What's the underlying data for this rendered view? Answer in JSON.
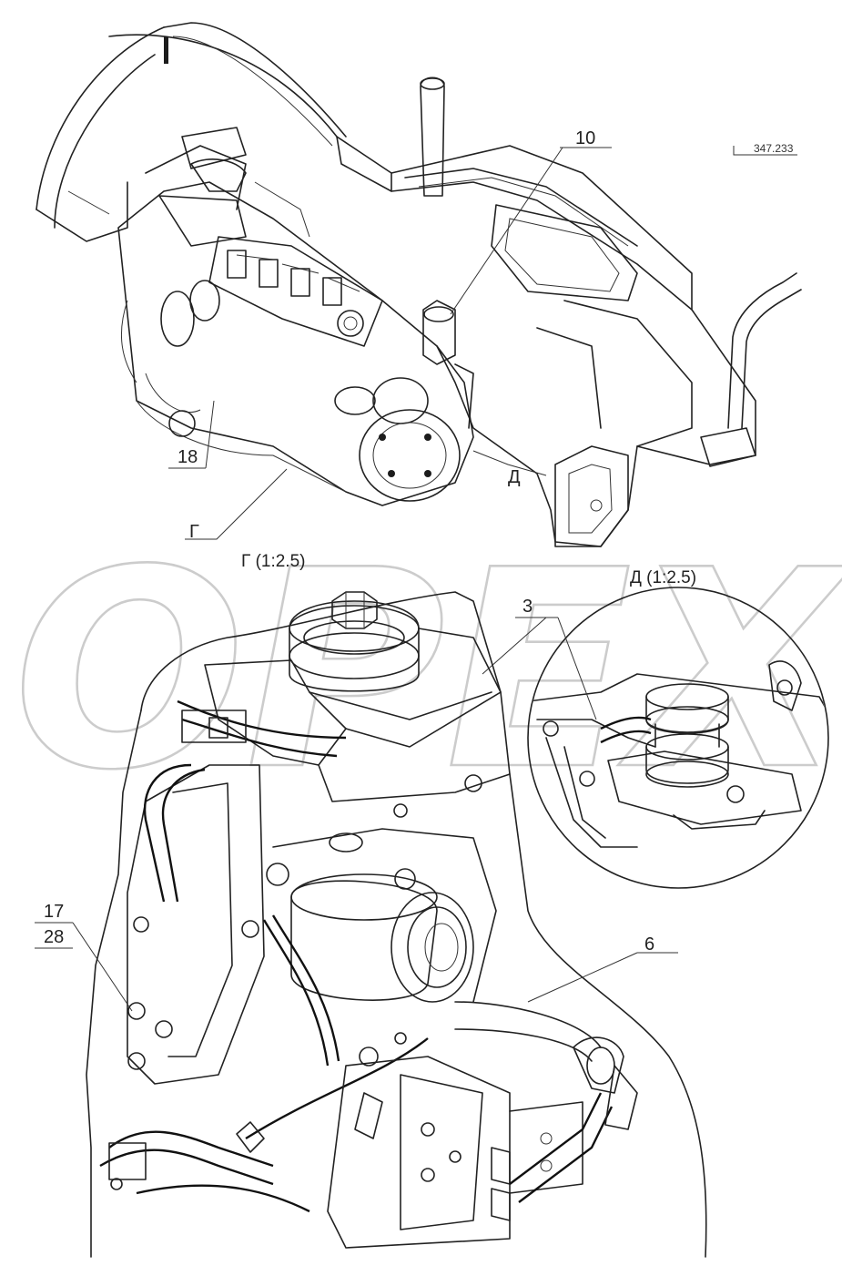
{
  "drawing_code": "347.233",
  "callouts": {
    "c10": "10",
    "c18": "18",
    "c3": "3",
    "c6": "6",
    "c17": "17",
    "c28": "28"
  },
  "section_marks": {
    "g": "Г",
    "d": "Д"
  },
  "views": {
    "view_g": "Г  (1:2.5)",
    "view_d": "Д  (1:2.5)"
  },
  "watermark": "OPEX"
}
